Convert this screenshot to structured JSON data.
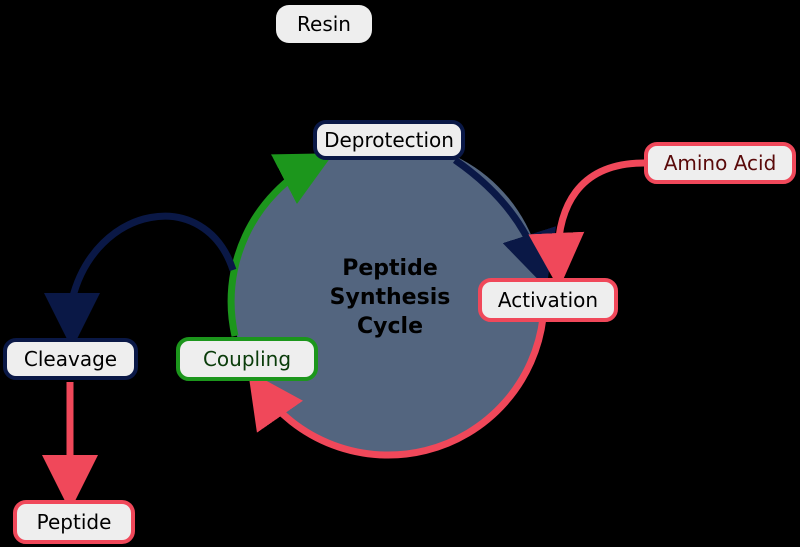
{
  "nodes": {
    "resin": "Resin",
    "deprotection": "Deprotection",
    "amino_acid": "Amino Acid",
    "activation": "Activation",
    "coupling": "Coupling",
    "cleavage": "Cleavage",
    "peptide": "Peptide"
  },
  "center": {
    "line1": "Peptide",
    "line2": "Synthesis",
    "line3": "Cycle"
  },
  "colors": {
    "background": "#000000",
    "cycle_fill": "#53657f",
    "navy": "#0a1846",
    "red": "#f0485a",
    "green": "#1c961c",
    "node_fill": "#eeeeee"
  }
}
